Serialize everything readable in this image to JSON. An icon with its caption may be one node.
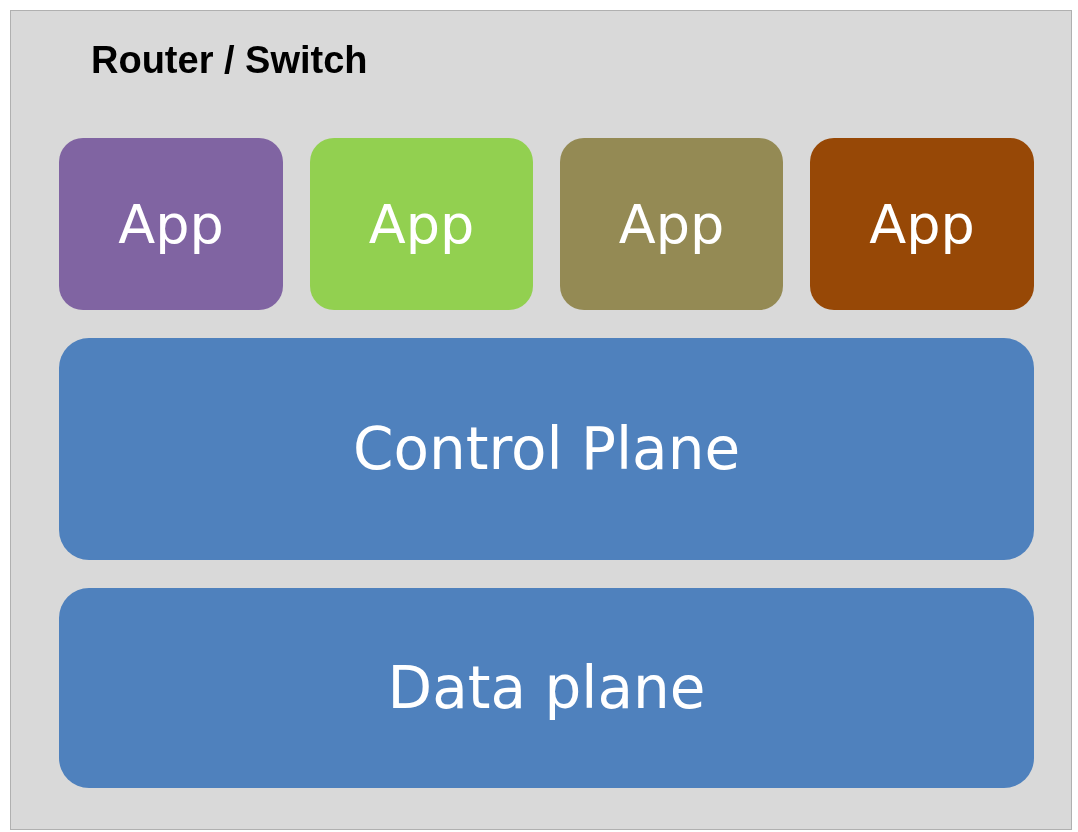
{
  "diagram": {
    "nodes": [
      {
        "text": [
          "Router / Switch"
        ]
      },
      {
        "text": [
          "App"
        ],
        "in": 0
      },
      {
        "text": [
          "App"
        ],
        "in": 0
      },
      {
        "text": [
          "App"
        ],
        "in": 0
      },
      {
        "text": [
          "App"
        ],
        "in": 0
      },
      {
        "text": [
          "Control Plane"
        ],
        "in": 0
      },
      {
        "text": [
          "Data plane"
        ],
        "in": 0
      }
    ]
  }
}
